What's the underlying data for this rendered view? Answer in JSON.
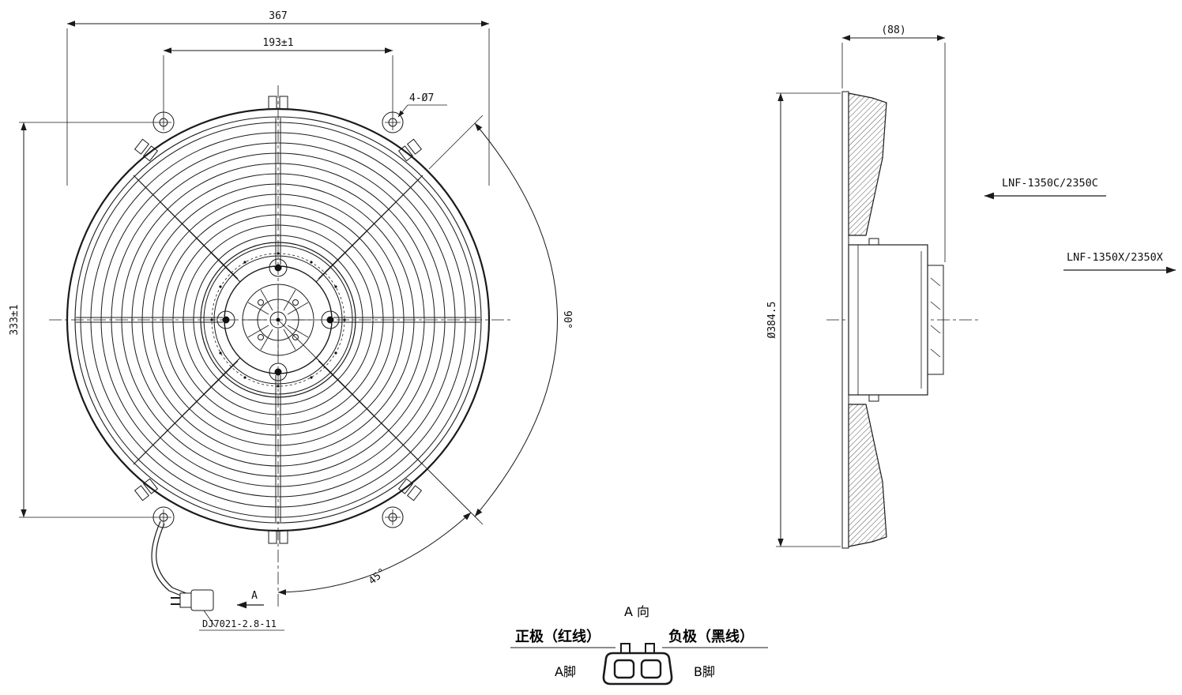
{
  "front_view": {
    "dim_overall_width": "367",
    "dim_hole_spacing": "193±1",
    "dim_height": "333±1",
    "dim_holes": "4-Ø7",
    "dim_angle_full": "90°",
    "dim_angle_half": "45°",
    "connector_part_number": "DJ7021-2.8-11",
    "view_arrow_label": "A"
  },
  "side_view": {
    "dim_depth": "(88)",
    "dim_diameter": "Ø384.5",
    "model_suction": "LNF-1350C/2350C",
    "model_blower": "LNF-1350X/2350X"
  },
  "connector_detail": {
    "view_title": "A 向",
    "positive_label": "正极（红线）",
    "negative_label": "负极（黑线）",
    "pin_a_label": "A脚",
    "pin_b_label": "B脚"
  },
  "colors": {
    "line": "#1a1a1a",
    "background": "#ffffff"
  }
}
